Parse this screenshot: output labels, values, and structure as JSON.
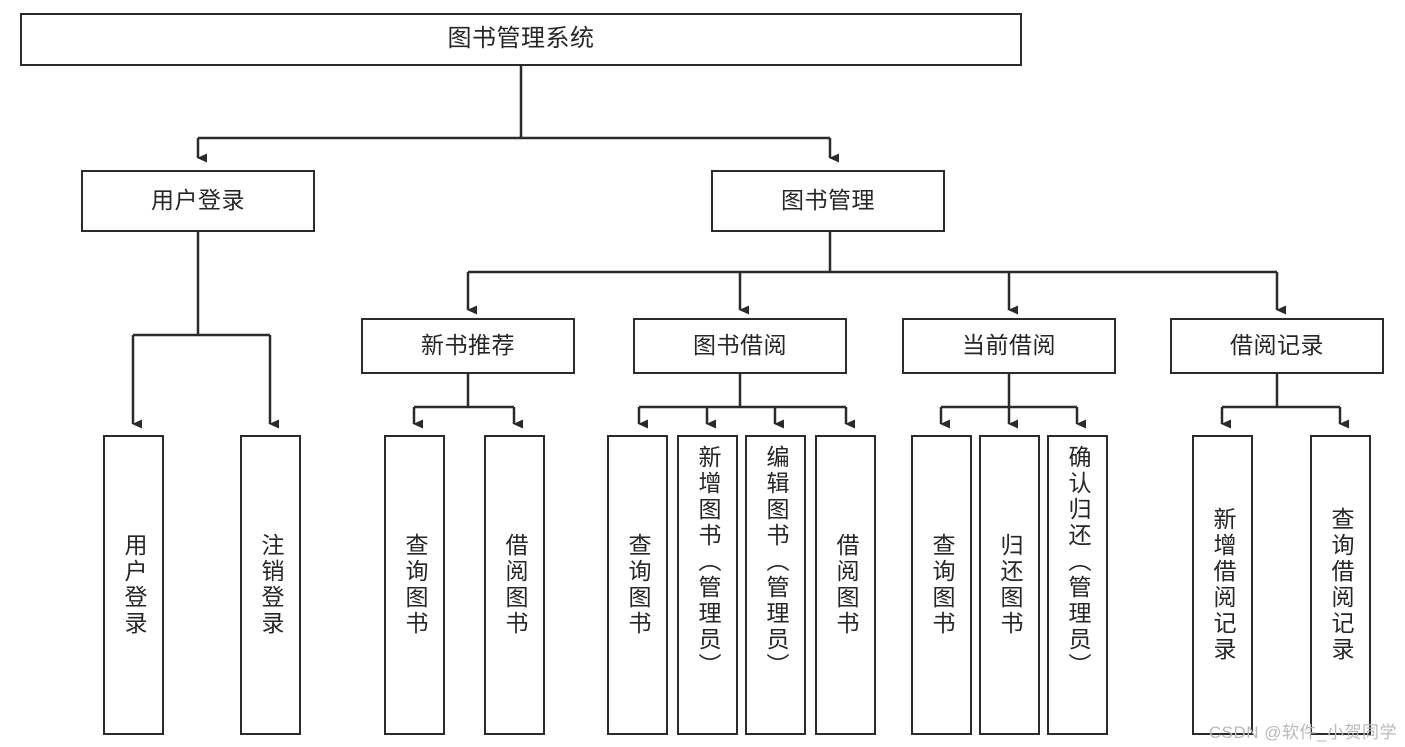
{
  "diagram": {
    "title": "图书管理系统",
    "type": "hierarchy-tree",
    "watermark": "CSDN @软件_小贺同学",
    "colors": {
      "background": "#ffffff",
      "node_border": "#2b2b2b",
      "node_fill": "#ffffff",
      "text": "#262626",
      "edge": "#2b2b2b",
      "watermark": "#b9b9b9"
    },
    "levels": [
      {
        "level": 1,
        "nodes": [
          {
            "id": "root",
            "label": "图书管理系统",
            "orientation": "horizontal"
          }
        ]
      },
      {
        "level": 2,
        "nodes": [
          {
            "id": "login",
            "label": "用户登录",
            "orientation": "horizontal",
            "parent": "root"
          },
          {
            "id": "bookmgmt",
            "label": "图书管理",
            "orientation": "horizontal",
            "parent": "root"
          }
        ]
      },
      {
        "level": 3,
        "nodes": [
          {
            "id": "newbook",
            "label": "新书推荐",
            "orientation": "horizontal",
            "parent": "bookmgmt"
          },
          {
            "id": "borrow",
            "label": "图书借阅",
            "orientation": "horizontal",
            "parent": "bookmgmt"
          },
          {
            "id": "current",
            "label": "当前借阅",
            "orientation": "horizontal",
            "parent": "bookmgmt"
          },
          {
            "id": "records",
            "label": "借阅记录",
            "orientation": "horizontal",
            "parent": "bookmgmt"
          }
        ]
      },
      {
        "level": 4,
        "nodes": [
          {
            "id": "leaf-1",
            "label": "用户登录",
            "orientation": "vertical",
            "parent": "login"
          },
          {
            "id": "leaf-2",
            "label": "注销登录",
            "orientation": "vertical",
            "parent": "login"
          },
          {
            "id": "leaf-3",
            "label": "查询图书",
            "orientation": "vertical",
            "parent": "newbook"
          },
          {
            "id": "leaf-4",
            "label": "借阅图书",
            "orientation": "vertical",
            "parent": "newbook"
          },
          {
            "id": "leaf-5",
            "label": "查询图书",
            "orientation": "vertical",
            "parent": "borrow"
          },
          {
            "id": "leaf-6",
            "label": "新增图书（管理员）",
            "orientation": "vertical",
            "parent": "borrow"
          },
          {
            "id": "leaf-7",
            "label": "编辑图书（管理员）",
            "orientation": "vertical",
            "parent": "borrow"
          },
          {
            "id": "leaf-8",
            "label": "借阅图书",
            "orientation": "vertical",
            "parent": "borrow"
          },
          {
            "id": "leaf-9",
            "label": "查询图书",
            "orientation": "vertical",
            "parent": "current"
          },
          {
            "id": "leaf-10",
            "label": "归还图书",
            "orientation": "vertical",
            "parent": "current"
          },
          {
            "id": "leaf-11",
            "label": "确认归还（管理员）",
            "orientation": "vertical",
            "parent": "current"
          },
          {
            "id": "leaf-12",
            "label": "新增借阅记录",
            "orientation": "vertical",
            "parent": "records"
          },
          {
            "id": "leaf-13",
            "label": "查询借阅记录",
            "orientation": "vertical",
            "parent": "records"
          }
        ]
      }
    ]
  }
}
